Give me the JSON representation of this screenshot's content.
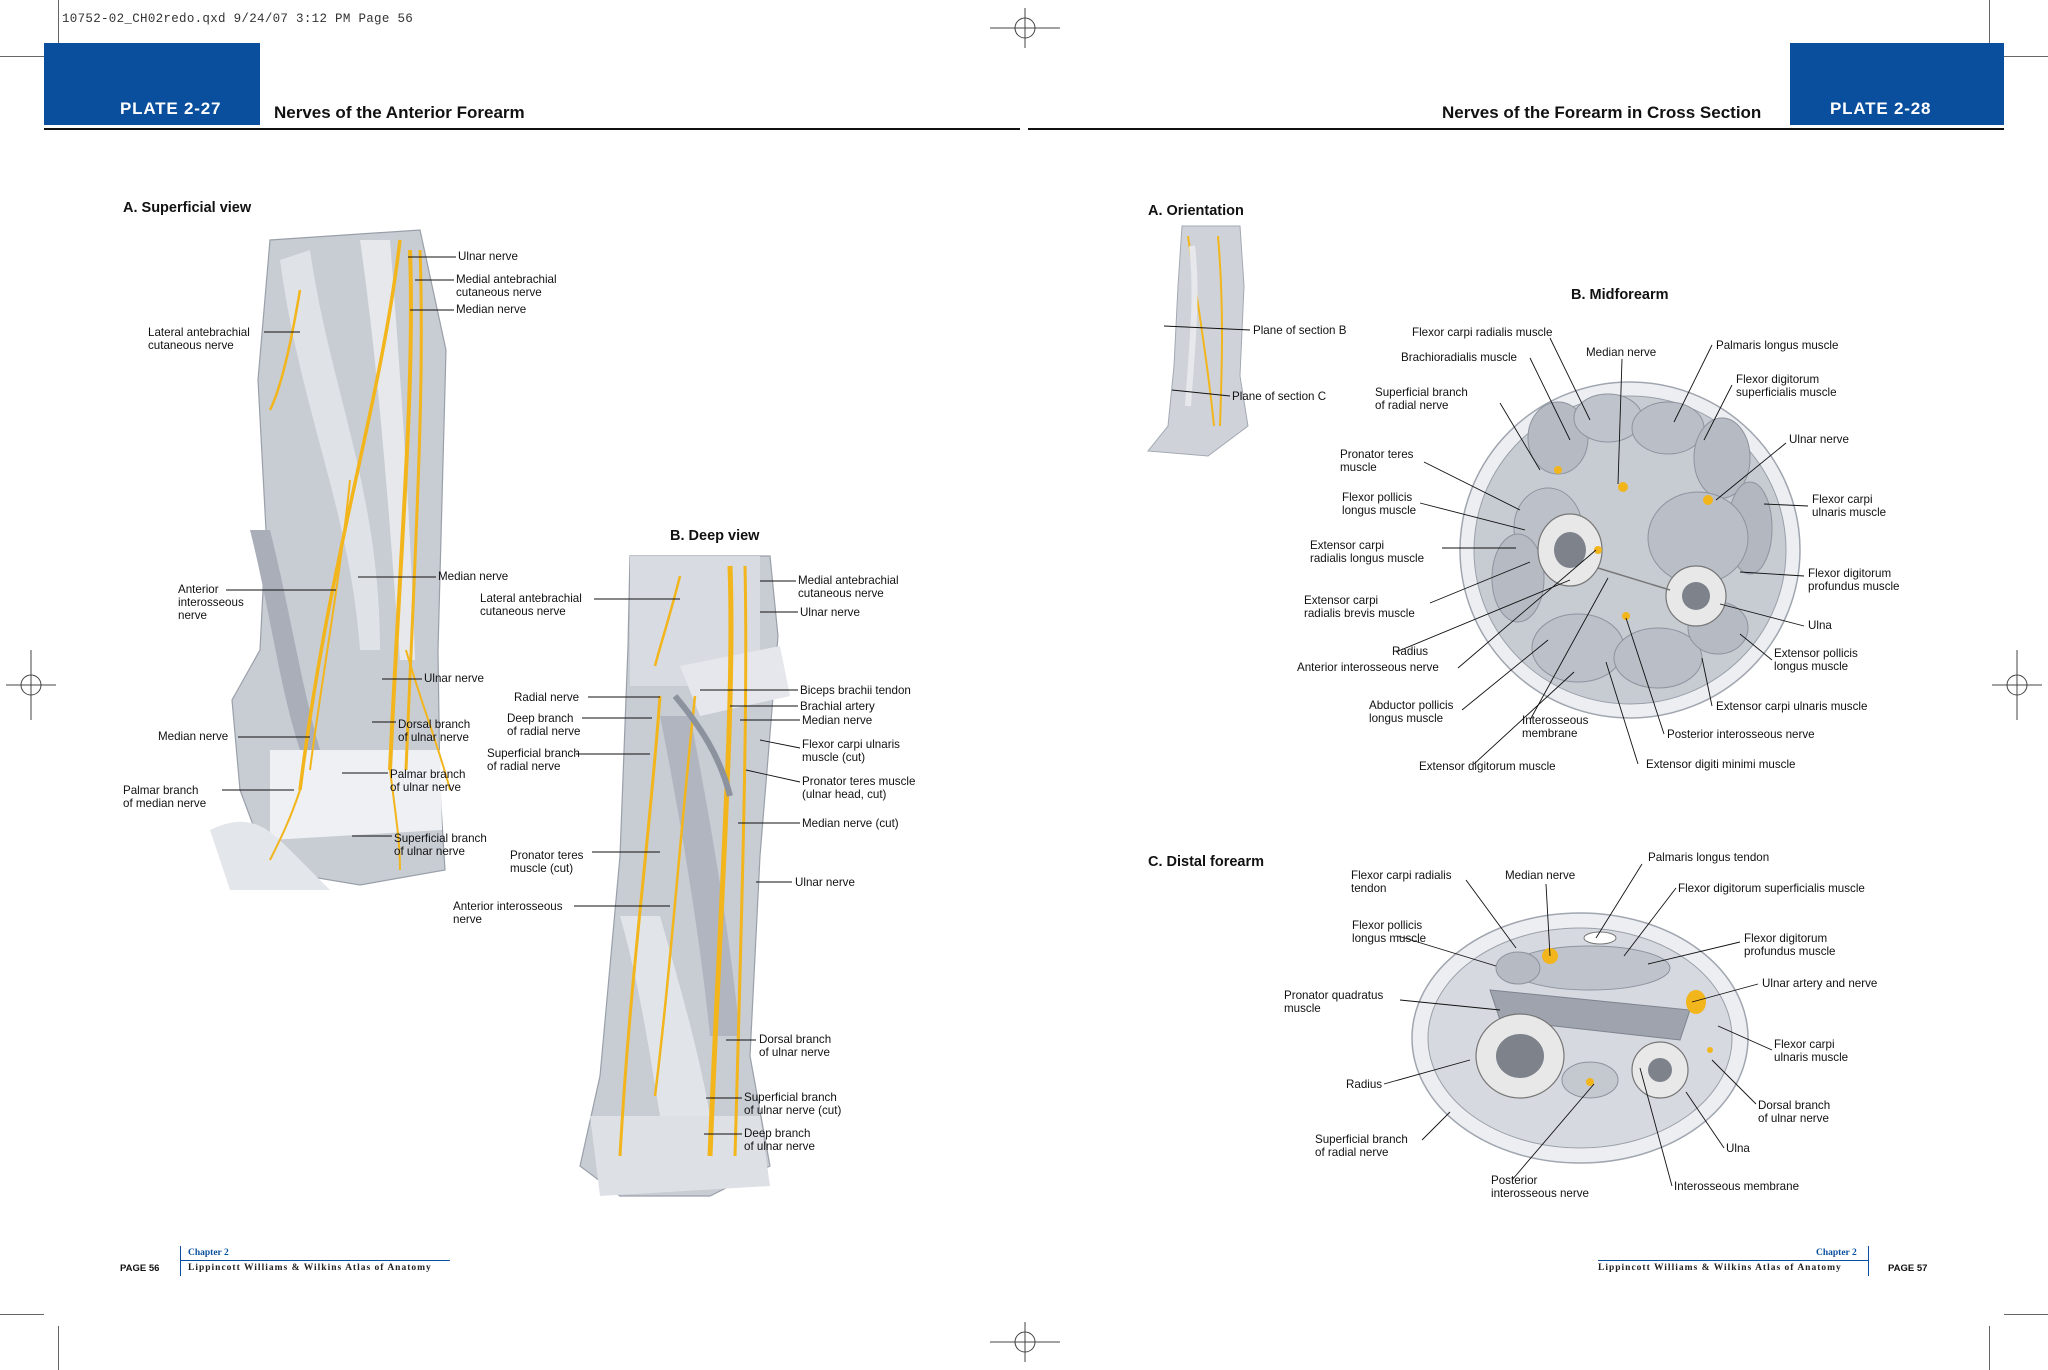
{
  "slug": "10752-02_CH02redo.qxd  9/24/07  3:12 PM  Page 56",
  "colors": {
    "plate_blue": "#0a4f9e",
    "nerve_yellow": "#f2b51c",
    "muscle_grey": "#b9bec7"
  },
  "left_page": {
    "plate": "PLATE 2-27",
    "title": "Nerves of the Anterior Forearm",
    "footer": {
      "page": "PAGE 56",
      "chapter": "Chapter 2",
      "book": "Lippincott Williams & Wilkins Atlas of Anatomy"
    },
    "section_a": {
      "title": "A. Superficial view",
      "labels": [
        "Ulnar nerve",
        "Medial antebrachial\ncutaneous nerve",
        "Median nerve",
        "Lateral antebrachial\ncutaneous nerve",
        "Median nerve",
        "Anterior\ninterosseous\nnerve",
        "Ulnar nerve",
        "Dorsal branch\nof ulnar nerve",
        "Median nerve",
        "Palmar branch\nof ulnar nerve",
        "Palmar branch\nof median nerve",
        "Superficial branch\nof ulnar nerve"
      ]
    },
    "section_b": {
      "title": "B. Deep view",
      "labels": [
        "Medial antebrachial\ncutaneous nerve",
        "Lateral antebrachial\ncutaneous nerve",
        "Ulnar nerve",
        "Radial nerve",
        "Biceps brachii tendon",
        "Brachial artery",
        "Deep branch\nof radial nerve",
        "Median nerve",
        "Superficial branch\nof radial nerve",
        "Flexor carpi ulnaris\nmuscle (cut)",
        "Pronator teres muscle\n(ulnar head, cut)",
        "Median nerve (cut)",
        "Pronator teres\nmuscle (cut)",
        "Ulnar nerve",
        "Anterior interosseous\nnerve",
        "Dorsal branch\nof ulnar nerve",
        "Superficial branch\nof ulnar nerve (cut)",
        "Deep branch\nof ulnar nerve"
      ]
    }
  },
  "right_page": {
    "plate": "PLATE 2-28",
    "title": "Nerves of the Forearm in Cross Section",
    "footer": {
      "page": "PAGE 57",
      "chapter": "Chapter 2",
      "book": "Lippincott Williams & Wilkins Atlas of Anatomy"
    },
    "section_a": {
      "title": "A. Orientation",
      "labels": [
        "Plane of section B",
        "Plane of section C"
      ]
    },
    "section_b": {
      "title": "B. Midforearm",
      "labels": [
        "Flexor carpi radialis muscle",
        "Brachioradialis muscle",
        "Median nerve",
        "Palmaris longus muscle",
        "Flexor digitorum\nsuperficialis muscle",
        "Superficial branch\nof radial nerve",
        "Ulnar nerve",
        "Pronator teres\nmuscle",
        "Flexor pollicis\nlongus muscle",
        "Flexor carpi\nulnaris muscle",
        "Extensor carpi\nradialis longus muscle",
        "Flexor digitorum\nprofundus muscle",
        "Extensor carpi\nradialis brevis muscle",
        "Ulna",
        "Radius",
        "Extensor pollicis\nlongus muscle",
        "Anterior interosseous nerve",
        "Abductor pollicis\nlongus muscle",
        "Extensor carpi ulnaris muscle",
        "Interosseous\nmembrane",
        "Posterior interosseous nerve",
        "Extensor digitorum muscle",
        "Extensor digiti minimi muscle"
      ]
    },
    "section_c": {
      "title": "C. Distal forearm",
      "labels": [
        "Palmaris longus tendon",
        "Flexor carpi radialis\ntendon",
        "Median nerve",
        "Flexor digitorum superficialis muscle",
        "Flexor pollicis\nlongus muscle",
        "Flexor digitorum\nprofundus muscle",
        "Ulnar artery and nerve",
        "Pronator quadratus\nmuscle",
        "Flexor carpi\nulnaris muscle",
        "Radius",
        "Dorsal branch\nof ulnar nerve",
        "Superficial branch\nof radial nerve",
        "Ulna",
        "Posterior\ninterosseous nerve",
        "Interosseous membrane"
      ]
    }
  }
}
